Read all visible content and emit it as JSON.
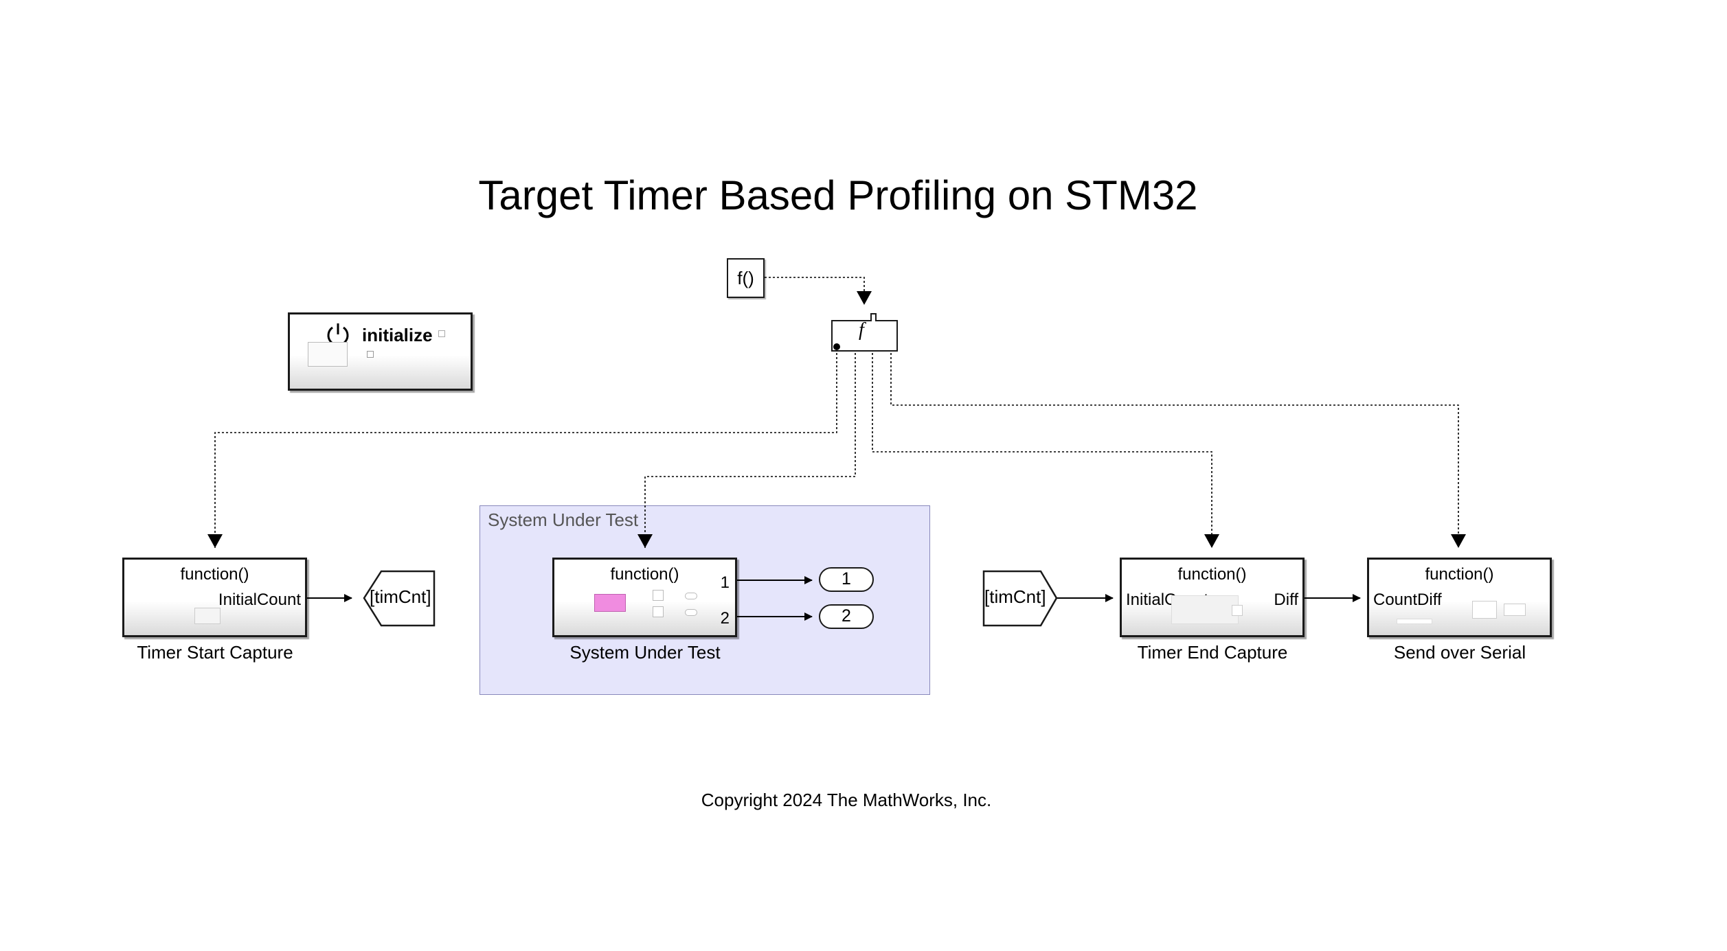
{
  "title": "Target Timer Based Profiling on STM32",
  "copyright": "Copyright 2024 The MathWorks, Inc.",
  "initialize_block": {
    "label": "initialize",
    "icon": "power-icon"
  },
  "function_caller": {
    "label": "f()"
  },
  "function_call_split": {
    "label": "f"
  },
  "area": {
    "label": "System Under Test",
    "color": "#e5e5fb"
  },
  "blocks": {
    "timer_start": {
      "header": "function()",
      "port_out": "InitialCount",
      "name": "Timer Start Capture"
    },
    "system_under_test": {
      "header": "function()",
      "port_out_1": "1",
      "port_out_2": "2",
      "name": "System Under Test"
    },
    "timer_end": {
      "header": "function()",
      "port_in": "InitialCount",
      "port_out": "Diff",
      "name": "Timer End Capture"
    },
    "send_serial": {
      "header": "function()",
      "port_in": "CountDiff",
      "name": "Send over Serial"
    }
  },
  "goto_tag": "[timCnt]",
  "from_tag": "[timCnt]",
  "outports": [
    "1",
    "2"
  ],
  "colors": {
    "area_fill": "#e5e5fb",
    "pink_block": "#f08ce0"
  }
}
